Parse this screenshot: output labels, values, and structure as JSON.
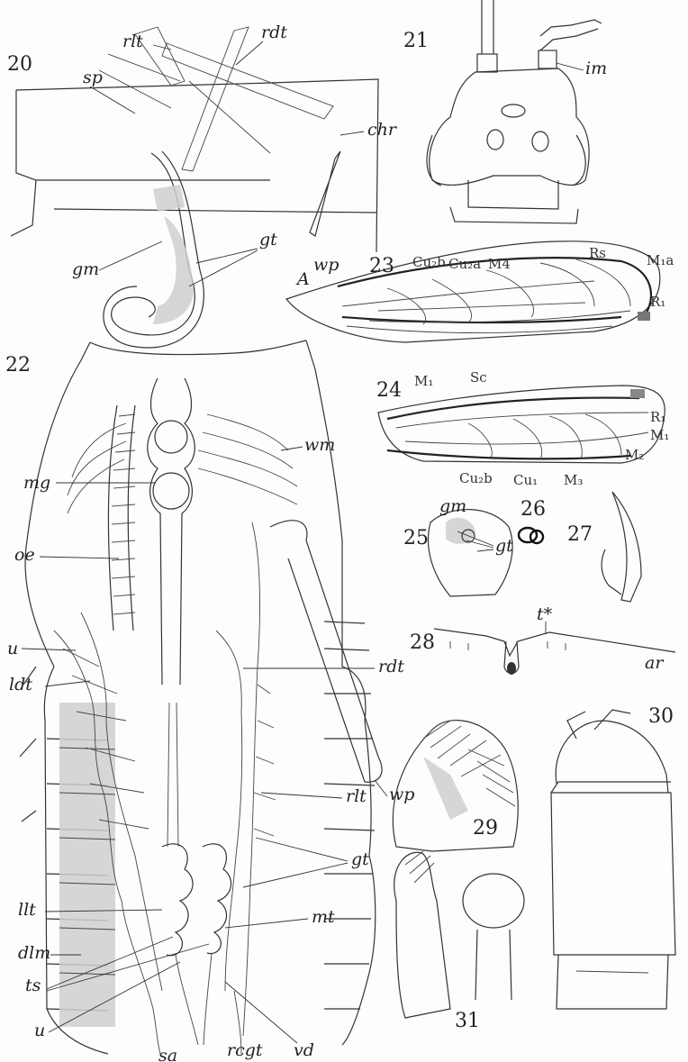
{
  "figures": {
    "f20": {
      "number": "20",
      "labels": {
        "rlt": "rlt",
        "rdt": "rdt",
        "sp": "sp",
        "chr": "chr",
        "gm": "gm",
        "gt": "gt"
      }
    },
    "f21": {
      "number": "21",
      "labels": {
        "im": "im"
      }
    },
    "f22": {
      "number": "22",
      "labels": {
        "mg": "mg",
        "wm": "wm",
        "oe": "oe",
        "u": "u",
        "ldt": "ldt",
        "rdt": "rdt",
        "wp": "wp",
        "rlt": "rlt",
        "gt": "gt",
        "llt": "llt",
        "mt": "mt",
        "dlm": "dlm",
        "ts": "ts",
        "u2": "u",
        "sa": "sa",
        "rcgt": "rcgt",
        "vd": "vd"
      }
    },
    "f23": {
      "number": "23",
      "labels": {
        "A": "A",
        "wp": "wp",
        "Cu2b": "Cu₂b",
        "Cu2a": "Cu₂a",
        "M4": "M4",
        "Rs": "Rs",
        "M1a": "M₁a",
        "R1": "R₁"
      }
    },
    "f24": {
      "number": "24",
      "labels": {
        "M1": "M₁",
        "Sc": "Sc",
        "R1": "R₁",
        "M1b": "M₁",
        "M2": "M₂",
        "Cu2b": "Cu₂b",
        "Cu1": "Cu₁",
        "M3": "M₃"
      }
    },
    "f25": {
      "number": "25",
      "labels": {
        "gm": "gm",
        "gt": "gt"
      }
    },
    "f26": {
      "number": "26"
    },
    "f27": {
      "number": "27"
    },
    "f28": {
      "number": "28",
      "labels": {
        "t": "t*",
        "ar": "ar"
      }
    },
    "f29": {
      "number": "29"
    },
    "f30": {
      "number": "30"
    },
    "f31": {
      "number": "31"
    }
  }
}
